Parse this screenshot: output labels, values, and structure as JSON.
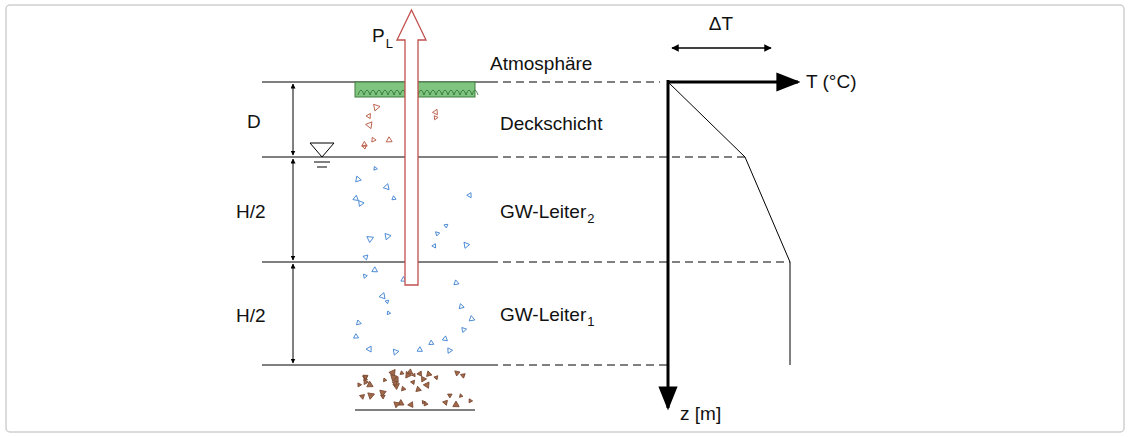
{
  "diagram": {
    "labels": [
      "ΔT",
      "P",
      "L",
      "Atmosphäre",
      "T (°C)",
      "D",
      "Deckschicht",
      "H/2",
      "GW-Leiter",
      "2",
      "H/2",
      "GW-Leiter",
      "1",
      "z [m]"
    ]
  }
}
